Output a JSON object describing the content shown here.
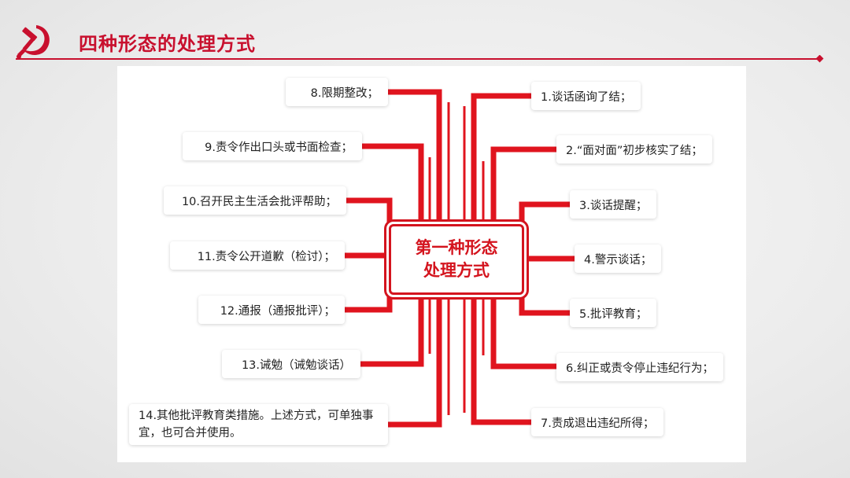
{
  "header": {
    "title": "四种形态的处理方式"
  },
  "colors": {
    "accent": "#d4141e",
    "title_red": "#c8102e",
    "panel_bg": "#ffffff"
  },
  "icons": {
    "logo": "hammer-and-sickle-icon"
  },
  "mindmap": {
    "center": {
      "line1": "第一种形态",
      "line2": "处理方式"
    },
    "right_items": [
      {
        "label": "1.谈话函询了结；"
      },
      {
        "label": "2.“面对面”初步核实了结；"
      },
      {
        "label": "3.谈话提醒；"
      },
      {
        "label": "4.警示谈话；"
      },
      {
        "label": "5.批评教育；"
      },
      {
        "label": "6.纠正或责令停止违纪行为；"
      },
      {
        "label": "7.责成退出违纪所得；"
      }
    ],
    "left_items": [
      {
        "label": "8.限期整改；"
      },
      {
        "label": "9.责令作出口头或书面检查；"
      },
      {
        "label": "10.召开民主生活会批评帮助；"
      },
      {
        "label": "11.责令公开道歉（检讨）；"
      },
      {
        "label": "12.通报（通报批评）；"
      },
      {
        "label": "13.诫勉（诫勉谈话）"
      },
      {
        "label": "14.其他批评教育类措施。上述方式，可单独事宜，也可合并使用。"
      }
    ]
  }
}
